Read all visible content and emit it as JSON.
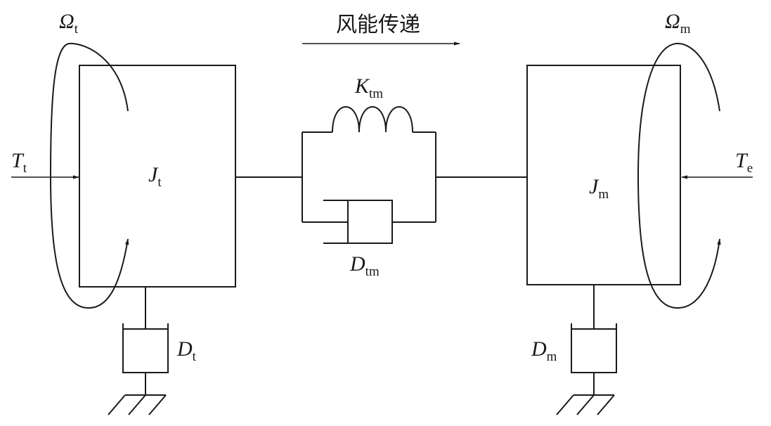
{
  "title": "风能传递",
  "labels": {
    "omega_t": {
      "main": "Ω",
      "sub": "t"
    },
    "omega_m": {
      "main": "Ω",
      "sub": "m"
    },
    "T_t": {
      "main": "T",
      "sub": "t"
    },
    "T_e": {
      "main": "T",
      "sub": "e"
    },
    "J_t": {
      "main": "J",
      "sub": "t"
    },
    "J_m": {
      "main": "J",
      "sub": "m"
    },
    "K_tm": {
      "main": "K",
      "sub": "tm"
    },
    "D_tm": {
      "main": "D",
      "sub": "tm"
    },
    "D_t": {
      "main": "D",
      "sub": "t"
    },
    "D_m": {
      "main": "D",
      "sub": "m"
    }
  }
}
